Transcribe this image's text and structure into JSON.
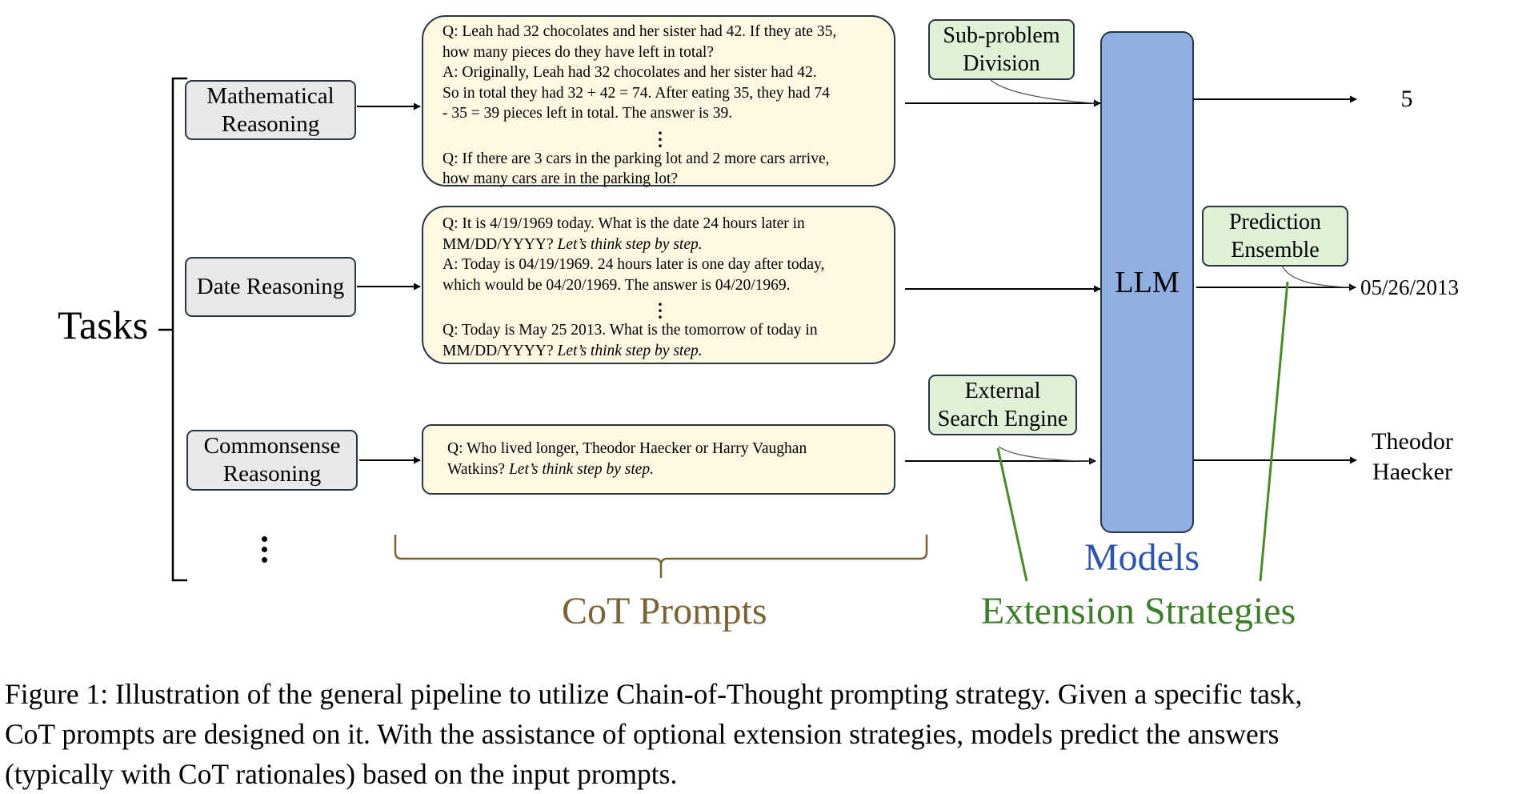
{
  "tasks_label": "Tasks",
  "tasks": [
    {
      "label": "Mathematical\nReasoning"
    },
    {
      "label": "Date Reasoning"
    },
    {
      "label": "Commonsense\nReasoning"
    }
  ],
  "prompts": {
    "math": {
      "l1": "Q: Leah had 32 chocolates and her sister had 42. If they ate 35,",
      "l2": "how many pieces do they have left in total?",
      "l3": "A: Originally, Leah had 32 chocolates and her sister had 42.",
      "l4": "So in total they had 32 + 42 = 74. After eating 35, they had 74",
      "l5": "- 35 = 39 pieces left in total. The answer is 39.",
      "l6": "Q: If there are 3 cars in the parking lot and 2 more cars arrive,",
      "l7": "how many cars are in the parking lot?"
    },
    "date": {
      "l1": "Q: It is 4/19/1969 today. What is the date 24 hours later in",
      "l2a": "MM/DD/YYYY? ",
      "l2b": "Let’s think step by step.",
      "l3": "A: Today is 04/19/1969. 24 hours later is one day after today,",
      "l4": "which would be 04/20/1969. The answer is 04/20/1969.",
      "l5": "Q: Today is May 25 2013. What is the tomorrow of today in",
      "l6a": "MM/DD/YYYY? ",
      "l6b": "Let’s think step by step."
    },
    "commonsense": {
      "l1": "Q: Who lived longer, Theodor Haecker or Harry Vaughan",
      "l2a": "Watkins? ",
      "l2b": "Let’s think step by step."
    }
  },
  "strategies": {
    "sub_problem": "Sub-problem\nDivision",
    "prediction": "Prediction\nEnsemble",
    "search": "External\nSearch Engine"
  },
  "llm_label": "LLM",
  "answers": {
    "math": "5",
    "date": "05/26/2013",
    "commonsense": "Theodor\nHaecker"
  },
  "section_labels": {
    "cot": "CoT Prompts",
    "models": "Models",
    "extension": "Extension Strategies"
  },
  "caption": {
    "line1": "Figure 1: Illustration of the general pipeline to utilize Chain-of-Thought prompting strategy. Given a specific task,",
    "line2": "CoT prompts are designed on it. With the assistance of optional extension strategies, models predict the answers",
    "line3": "(typically with CoT rationales) based on the input prompts."
  },
  "colors": {
    "cot": "#7a6334",
    "models": "#2e56a8",
    "extension": "#3d7f2a",
    "green_line": "#4a8a2a"
  }
}
